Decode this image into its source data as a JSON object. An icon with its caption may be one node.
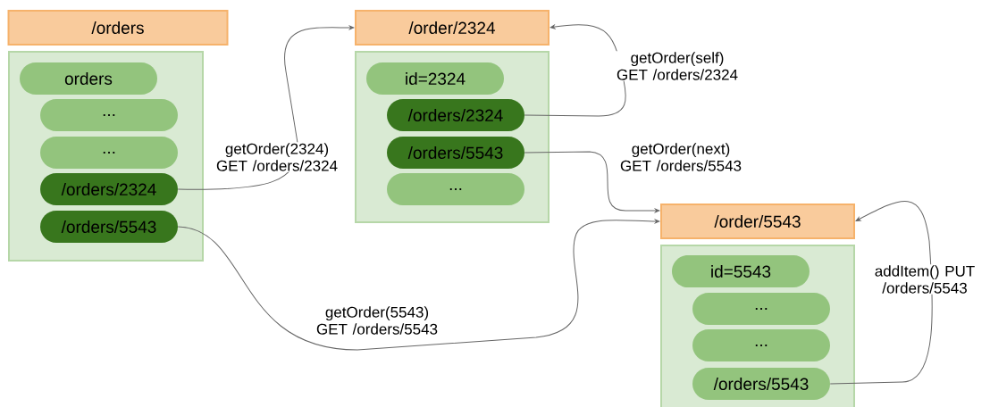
{
  "diagram": {
    "nodes": [
      {
        "text": [
          "/orders"
        ]
      },
      {
        "text": [],
        "shape": "box"
      },
      {
        "text": [
          "orders"
        ],
        "in": 1
      },
      {
        "text": [
          "..."
        ],
        "in": 1
      },
      {
        "text": [
          "..."
        ],
        "in": 1
      },
      {
        "text": [
          "/orders/2324"
        ],
        "in": 1
      },
      {
        "text": [
          "/orders/5543"
        ],
        "in": 1
      },
      {
        "text": [
          "/order/2324"
        ]
      },
      {
        "text": [],
        "shape": "box"
      },
      {
        "text": [
          "id=2324"
        ],
        "in": 8
      },
      {
        "text": [
          "/orders/2324"
        ],
        "in": 8
      },
      {
        "text": [
          "/orders/5543"
        ],
        "in": 8
      },
      {
        "text": [
          "..."
        ],
        "in": 8
      },
      {
        "text": [
          "/order/5543"
        ]
      },
      {
        "text": [],
        "shape": "box"
      },
      {
        "text": [
          "id=5543"
        ],
        "in": 14
      },
      {
        "text": [
          "..."
        ],
        "in": 14
      },
      {
        "text": [
          "..."
        ],
        "in": 14
      },
      {
        "text": [
          "/orders/5543"
        ],
        "in": 14
      }
    ],
    "edges": [
      {
        "from": 5,
        "to": 7,
        "arrow": "to",
        "label": "getOrder(2324) GET /orders/2324"
      },
      {
        "from": 10,
        "to": 7,
        "arrow": "to",
        "label": "getOrder(self) GET /orders/2324"
      },
      {
        "from": 11,
        "to": 13,
        "arrow": "to",
        "label": "getOrder(next) GET /orders/5543"
      },
      {
        "from": 6,
        "to": 13,
        "arrow": "to",
        "label": "getOrder(5543) GET /orders/5543"
      },
      {
        "from": 18,
        "to": 13,
        "arrow": "to",
        "label": "addItem() PUT /orders/5543"
      }
    ]
  }
}
